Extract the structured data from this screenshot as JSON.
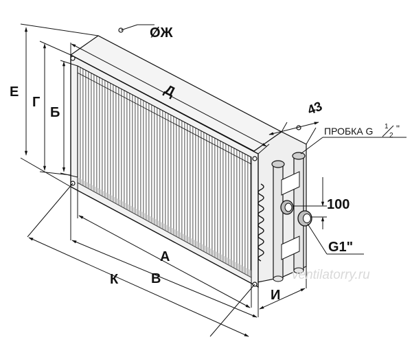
{
  "labels": {
    "e": "Е",
    "g": "Г",
    "b": "Б",
    "d": "Д",
    "dia": "ØЖ",
    "a": "А",
    "k": "К",
    "v": "В",
    "i": "И",
    "dim43": "43",
    "dim100": "100",
    "g1": "G1\"",
    "plug_prefix": "ПРОБКА G",
    "plug_num": "1",
    "plug_den": "2",
    "plug_suffix": "\""
  },
  "watermark": "ventilatorry.ru",
  "colors": {
    "line": "#111111",
    "fins": "#9a9a9a",
    "frame": "#f2f2f2",
    "shade": "#cfcfcf",
    "watermark": "#d9d9d9"
  }
}
